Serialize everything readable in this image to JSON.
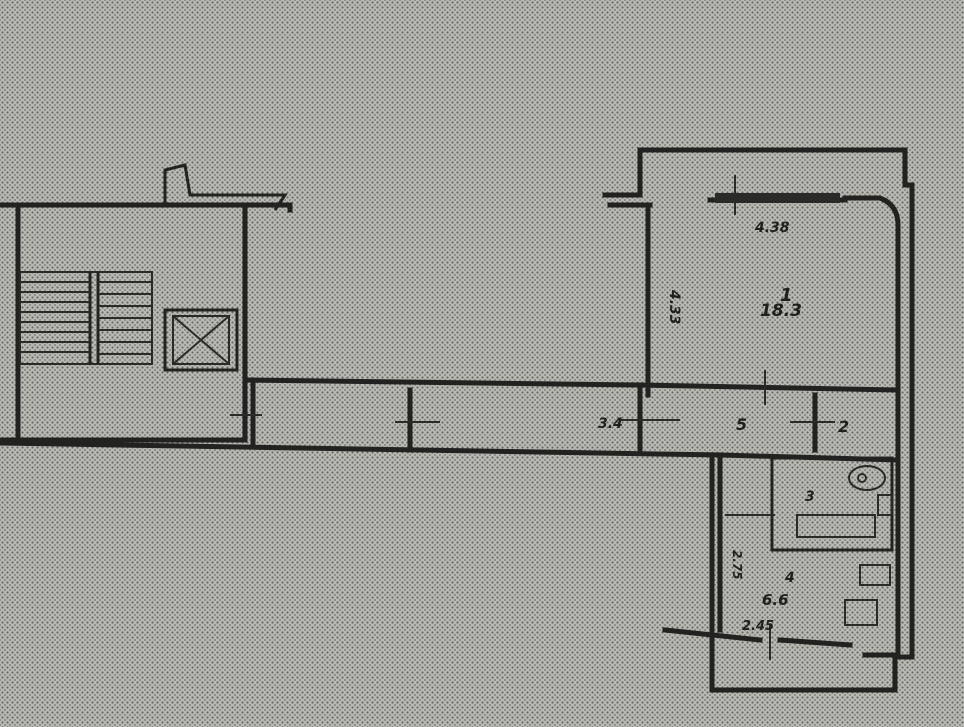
{
  "rooms": {
    "room1_number": "1",
    "room1_area": "18.3",
    "room1_width": "4.38",
    "room1_length": "4.33",
    "corridor_left": "3.4",
    "hall_area": "5",
    "closet_area": "2",
    "bath_number": "3",
    "kitchen_number": "4",
    "kitchen_area": "6.6",
    "kitchen_dim_a": "2.75",
    "kitchen_dim_b": "2.45"
  }
}
